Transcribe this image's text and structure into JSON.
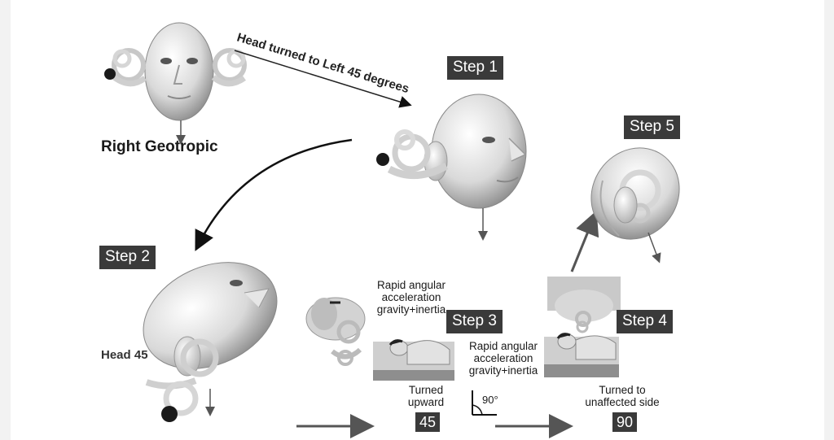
{
  "caption_turn": "Head turned  to Left 45 degrees",
  "label_right_geotropic": "Right Geotropic",
  "label_head45": "Head 45",
  "steps": {
    "step1": "Step 1",
    "step2": "Step 2",
    "step3": "Step 3",
    "step4": "Step 4",
    "step5": "Step 5"
  },
  "rapid_left": [
    "Rapid angular",
    "acceleration",
    "gravity+inertia"
  ],
  "rapid_middle": [
    "Rapid angular",
    "acceleration",
    "gravity+inertia"
  ],
  "turned_upward": [
    "Turned",
    "upward"
  ],
  "turned_unaffected": [
    "Turned to",
    "unaffected side"
  ],
  "angle_90": "90°",
  "num_45": "45",
  "num_90": "90"
}
